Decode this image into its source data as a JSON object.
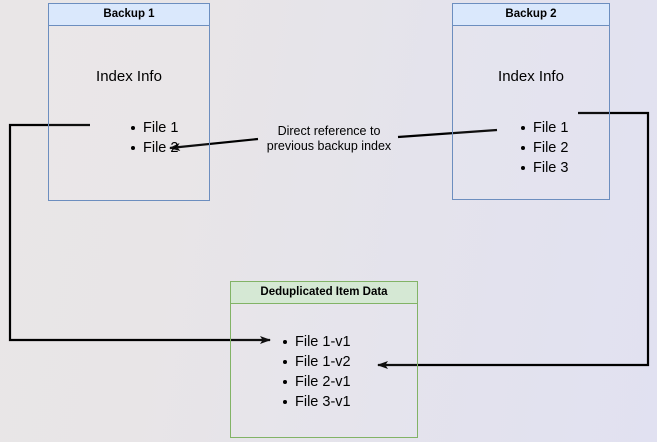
{
  "diagram": {
    "title_hidden": "",
    "colors": {
      "blue_border": "#6c8ebf",
      "blue_fill": "#dae8fc",
      "green_border": "#82b366",
      "green_fill": "#d5e8d4",
      "line": "#000000",
      "bg_left": "#e9e6e7",
      "bg_right": "#e1e1f1"
    },
    "nodes": {
      "backup1": {
        "header": "Backup 1",
        "section_title": "Index Info",
        "items": [
          {
            "label": "File 1"
          },
          {
            "label": "File 2"
          }
        ]
      },
      "backup2": {
        "header": "Backup 2",
        "section_title": "Index Info",
        "items": [
          {
            "label": "File 1"
          },
          {
            "label": "File 2"
          },
          {
            "label": "File 3"
          }
        ]
      },
      "dedup": {
        "header": "Deduplicated Item Data",
        "items": [
          {
            "label": "File 1-v1"
          },
          {
            "label": "File 1-v2"
          },
          {
            "label": "File 2-v1"
          },
          {
            "label": "File 3-v1"
          }
        ]
      }
    },
    "edges": {
      "direct_reference_label": "Direct reference to\nprevious backup index"
    }
  }
}
